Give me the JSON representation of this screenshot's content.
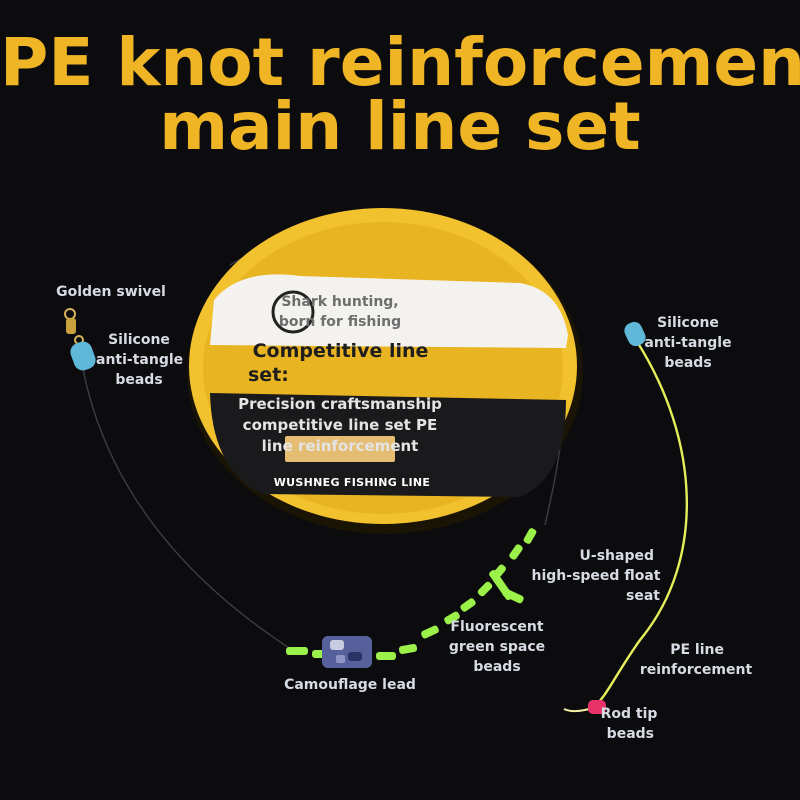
{
  "title": {
    "line1": "PE knot reinforcement",
    "line2": "main line set"
  },
  "spool": {
    "slogan_line1": "Shark hunting,",
    "slogan_line2": "born for fishing",
    "heading_line1": "Competitive line",
    "heading_line2": "set:",
    "body_line1": "Precision craftsmanship",
    "body_line2": "competitive line set PE",
    "body_line3": "line reinforcement",
    "brand": "WUSHNEG FISHING LINE"
  },
  "labels": {
    "golden_swivel": "Golden swivel",
    "left_beads_line1": "Silicone",
    "left_beads_line2": "anti-tangle",
    "left_beads_line3": "beads",
    "right_beads_line1": "Silicone",
    "right_beads_line2": "anti-tangle",
    "right_beads_line3": "beads",
    "float_seat_line1": "U-shaped",
    "float_seat_line2": "high-speed float",
    "float_seat_line3": "seat",
    "space_beads_line1": "Fluorescent",
    "space_beads_line2": "green space",
    "space_beads_line3": "beads",
    "pe_line_line1": "PE line",
    "pe_line_line2": "reinforcement",
    "camo_lead": "Camouflage lead",
    "rod_tip_line1": "Rod tip",
    "rod_tip_line2": "beads"
  },
  "colors": {
    "background": "#0c0c0e",
    "title": "#f0b524",
    "spool_yellow": "#f2c12e",
    "label_panel": "#f4f2ee",
    "fluorescent_green": "#9bf04a",
    "pe_line": "#e6ef5a",
    "silicone_bead": "#5fb8d8",
    "rod_tip_bead": "#e8336a"
  }
}
